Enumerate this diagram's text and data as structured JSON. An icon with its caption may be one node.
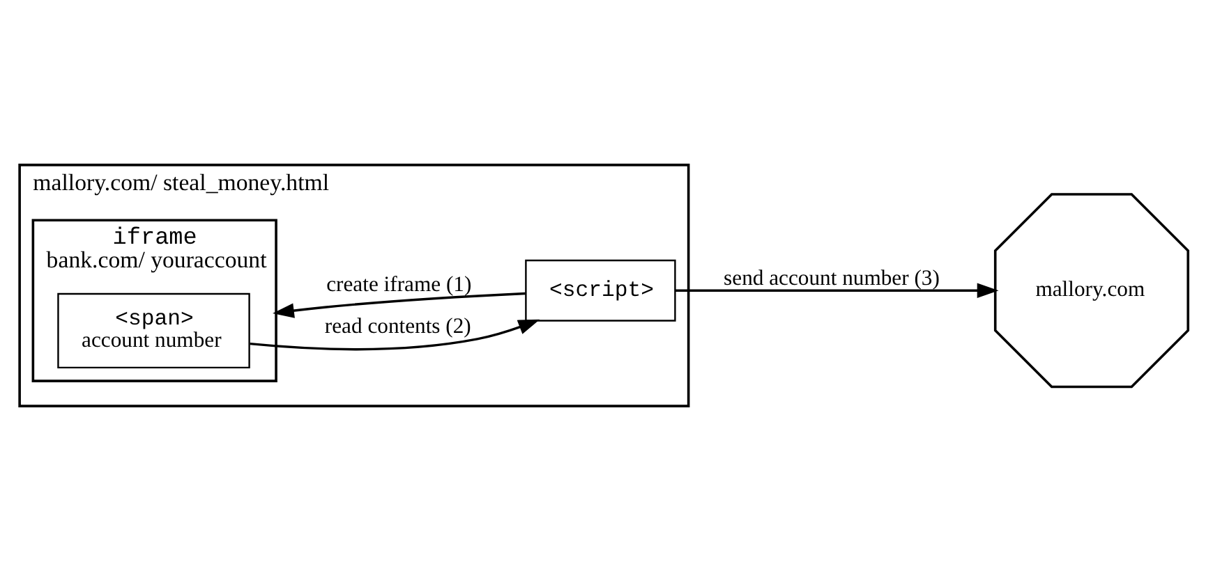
{
  "diagram": {
    "nodes": [
      {
        "text": [
          "mallory.com/ steal_money.html"
        ]
      },
      {
        "text": [
          "iframe",
          "bank.com/ youraccount"
        ],
        "in": 0
      },
      {
        "text": [
          "<span>",
          "account number"
        ],
        "in": 1
      },
      {
        "text": [
          "<script>"
        ],
        "in": 0
      },
      {
        "text": [
          "mallory.com"
        ]
      }
    ],
    "edges": [
      {
        "from": 3,
        "to": 1,
        "arrow": "to",
        "label": "create iframe (1)"
      },
      {
        "from": 2,
        "to": 3,
        "arrow": "to",
        "label": "read contents (2)"
      },
      {
        "from": 3,
        "to": 4,
        "arrow": "to",
        "label": "send account number (3)"
      }
    ]
  }
}
